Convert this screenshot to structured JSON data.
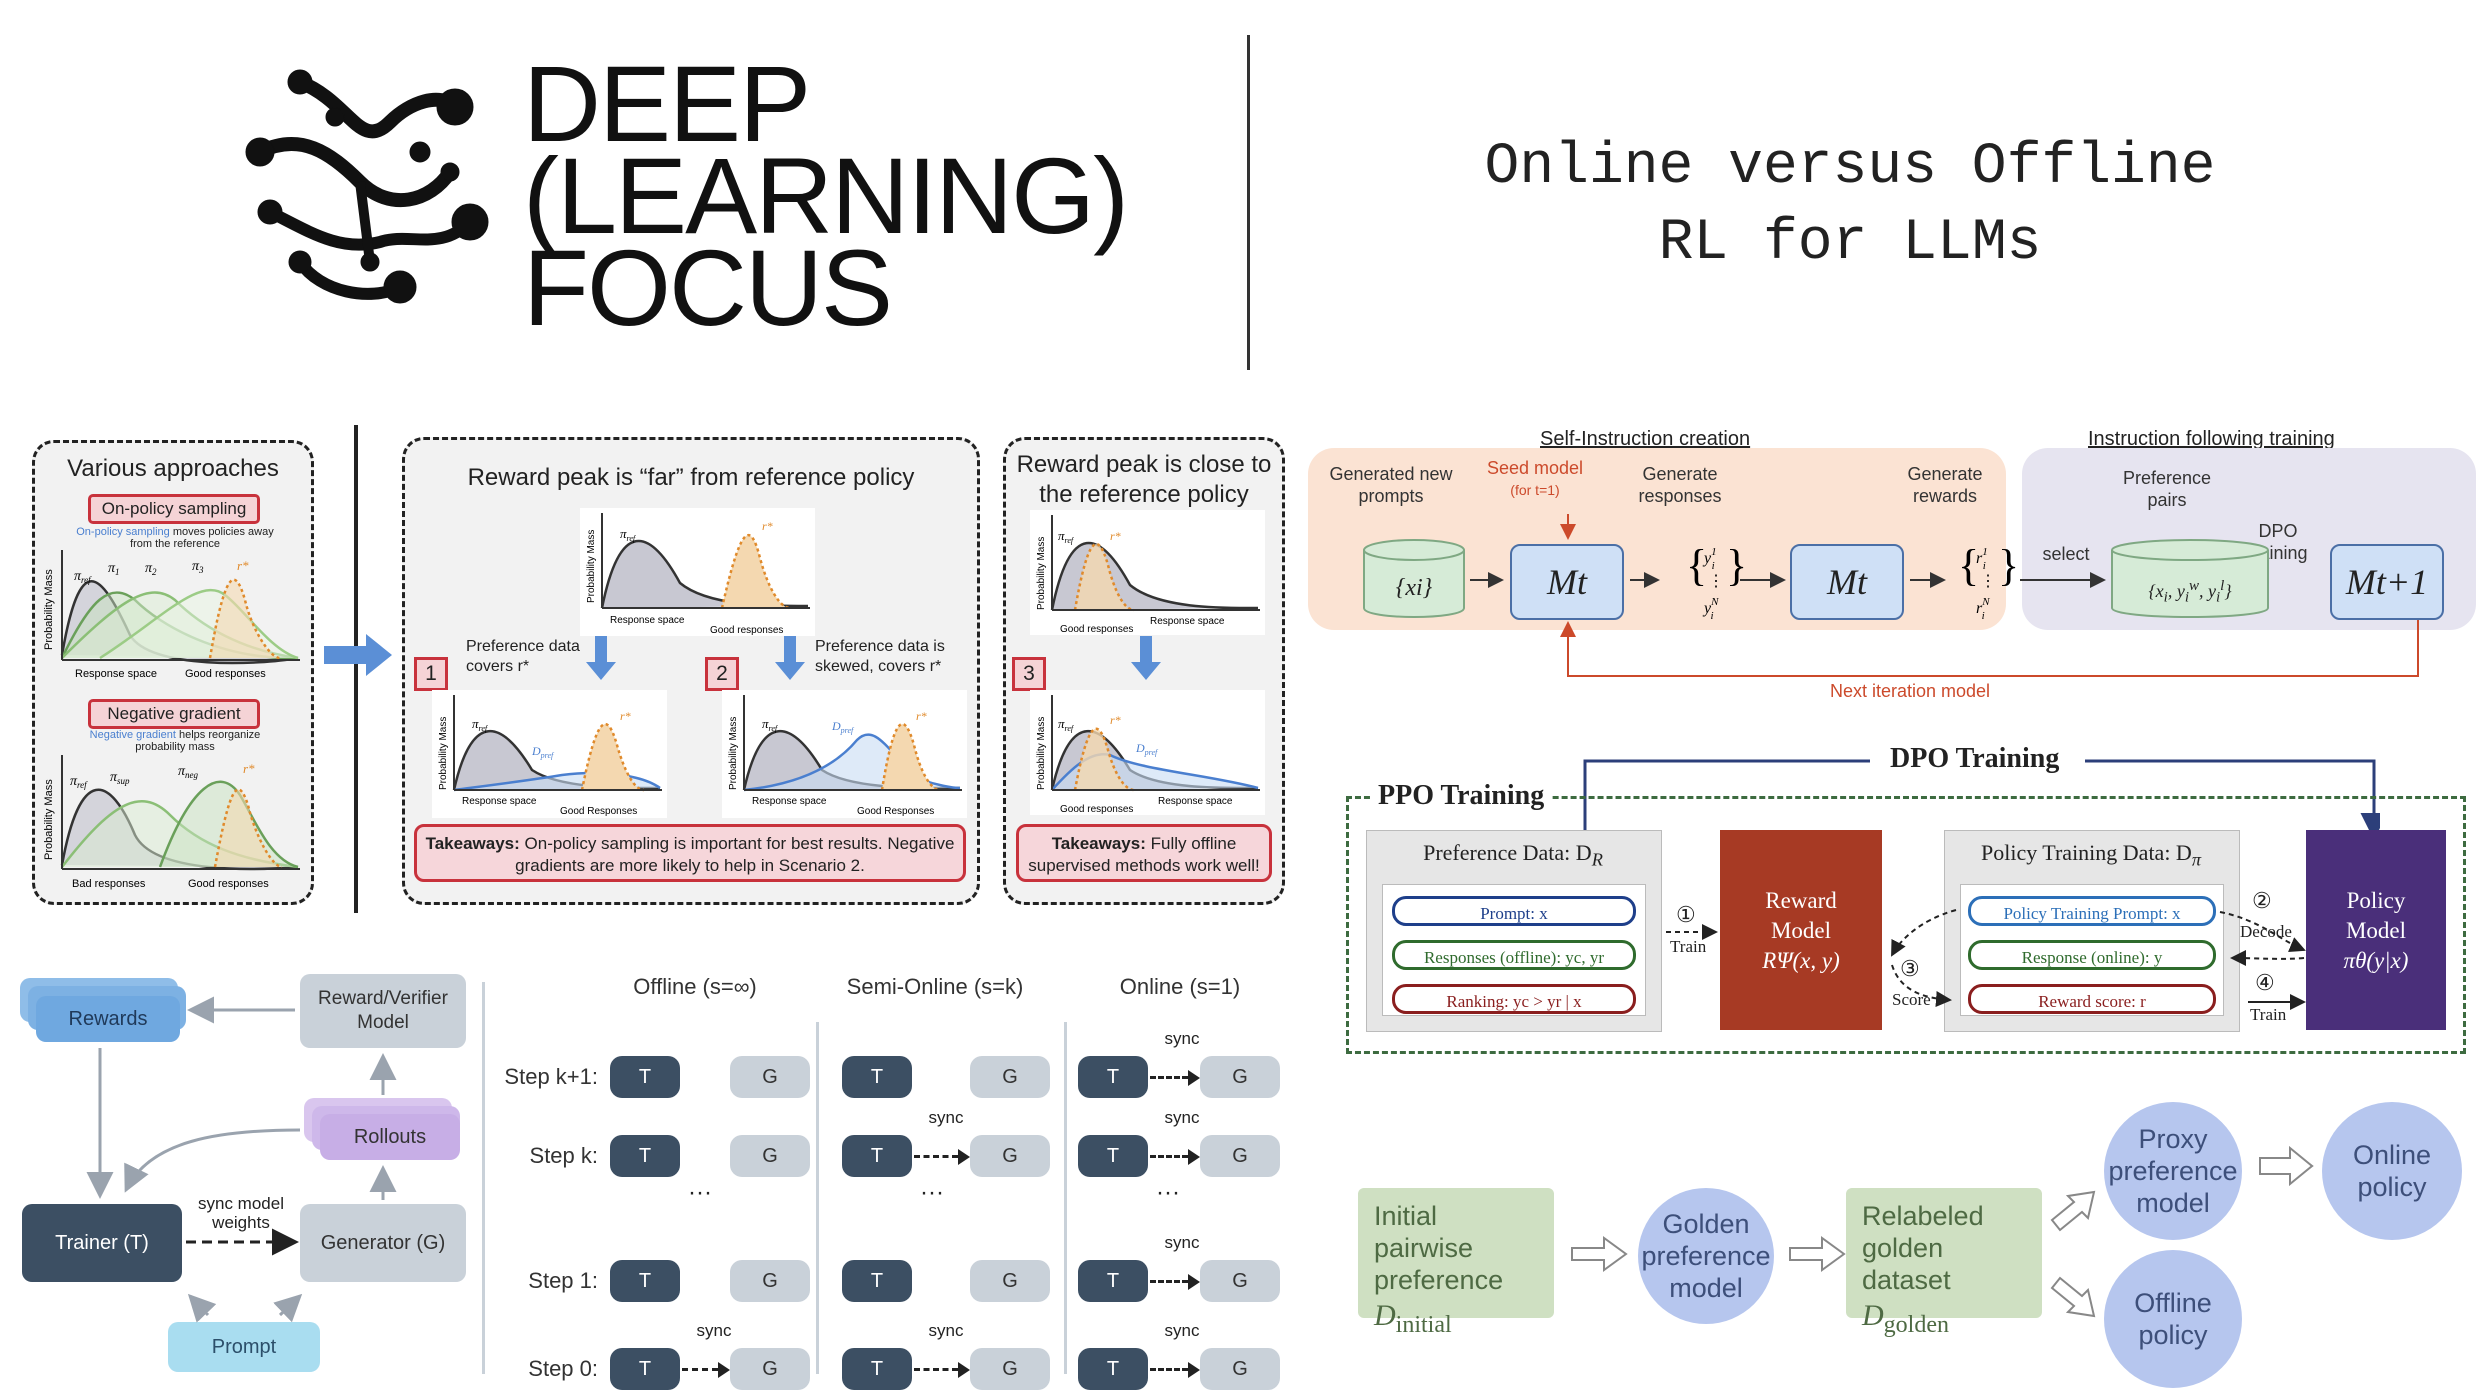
{
  "logo": {
    "line1": "DEEP",
    "line2": "(LEARNING)",
    "line3": "FOCUS"
  },
  "title": {
    "line1": "Online versus Offline",
    "line2": "RL for LLMs"
  },
  "panel_a": {
    "title": "Various approaches",
    "onpolicy_label": "On-policy sampling",
    "onpolicy_note_blue": "On-policy sampling",
    "onpolicy_note_rest": "moves policies away from the reference",
    "neg_label": "Negative gradient",
    "neg_note_blue": "Negative gradient",
    "neg_note_rest": "helps reorganize probability mass",
    "ylabel": "Probability Mass",
    "resp_space": "Response space",
    "good_resp": "Good responses",
    "bad_resp": "Bad responses",
    "pi_ref": "πref",
    "pi1": "π1",
    "pi2": "π2",
    "pi3": "π3",
    "r_star": "r*",
    "pi_sup": "πsup",
    "pi_neg": "πneg"
  },
  "panel_b": {
    "title": "Reward peak is “far” from reference policy",
    "pref1": "Preference data covers r*",
    "pref2": "Preference data is skewed, covers r*",
    "n1": "1",
    "n2": "2",
    "d_pref": "Dpref",
    "takeaway_bold": "Takeaways:",
    "takeaway_rest": "On-policy sampling is important for best results. Negative gradients are more likely to help in Scenario 2."
  },
  "panel_c": {
    "title": "Reward peak is close to the reference policy",
    "n3": "3",
    "takeaway_bold": "Takeaways:",
    "takeaway_rest": "Fully offline supervised methods work well!"
  },
  "self_instruct": {
    "hdr1": "Self-Instruction creation",
    "hdr2": "Instruction following training",
    "gen_prompts": "Generated new prompts",
    "seed": "Seed model",
    "seed_sub": "(for t=1)",
    "gen_resp": "Generate responses",
    "gen_rew": "Generate rewards",
    "pref_pairs": "Preference pairs",
    "dpo": "DPO training",
    "select": "select",
    "next": "Next iteration model",
    "xi": "{xi}",
    "mt": "Mt",
    "mt1": "Mt+1"
  },
  "ppo_dpo": {
    "dpo_title": "DPO Training",
    "ppo_title": "PPO Training",
    "pref_data": "Preference Data: D",
    "pref_data_sub": "R",
    "prompt": "Prompt: x",
    "responses": "Responses (offline): yc, yr",
    "ranking": "Ranking: yc > yr | x",
    "train": "Train",
    "reward_model": "Reward Model",
    "reward_fn": "RΨ(x, y)",
    "policy_data": "Policy Training Data: D",
    "policy_data_sub": "π",
    "policy_prompt": "Policy Training Prompt: x",
    "response_online": "Response (online): y",
    "reward_score": "Reward score: r",
    "decode": "Decode",
    "score": "Score",
    "train2": "Train",
    "policy_model": "Policy Model",
    "policy_fn": "πθ(y|x)",
    "c1": "①",
    "c2": "②",
    "c3": "③",
    "c4": "④"
  },
  "async": {
    "rewards": "Rewards",
    "rvm": "Reward/Verifier Model",
    "rollouts": "Rollouts",
    "trainer": "Trainer (T)",
    "generator": "Generator (G)",
    "sync_model": "sync model weights",
    "prompt": "Prompt",
    "col_offline": "Offline (s=∞)",
    "col_semi": "Semi-Online (s=k)",
    "col_online": "Online (s=1)",
    "steps": [
      "Step k+1:",
      "Step k:",
      "...",
      "Step 1:",
      "Step 0:"
    ],
    "T": "T",
    "G": "G",
    "sync": "sync",
    "dots": "···"
  },
  "pipeline": {
    "initial": "Initial pairwise preference",
    "d_initial": "D",
    "d_initial_sub": "initial",
    "golden_model": "Golden preference model",
    "relabeled": "Relabeled golden dataset",
    "d_golden": "D",
    "d_golden_sub": "golden",
    "proxy": "Proxy preference model",
    "offline": "Offline policy",
    "online": "Online policy"
  }
}
